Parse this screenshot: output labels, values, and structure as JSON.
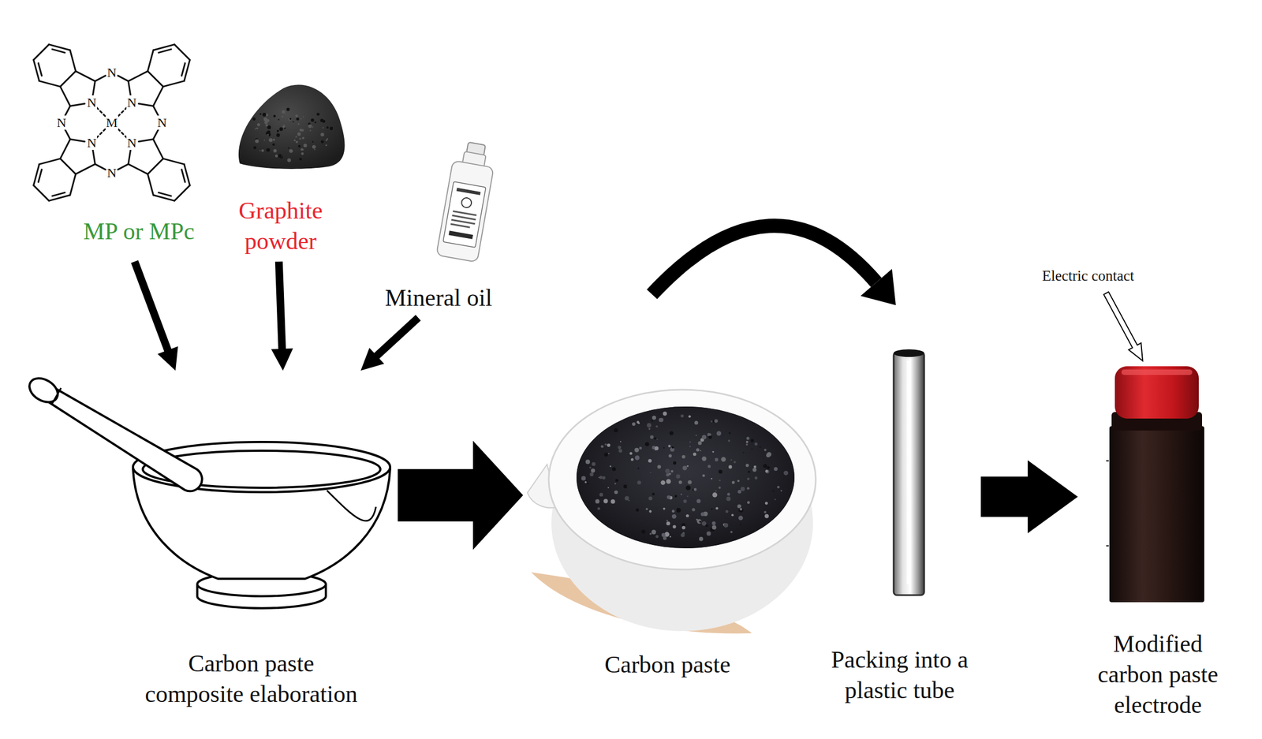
{
  "diagram": {
    "nodes": [
      {
        "text": [
          "MP or MPc"
        ]
      },
      {
        "text": [
          "Graphite powder"
        ]
      },
      {
        "text": [
          "Mineral oil"
        ]
      },
      {
        "text": [
          "Carbon paste composite elaboration"
        ]
      },
      {
        "text": [
          "Carbon paste"
        ]
      },
      {
        "text": [
          "Packing into a plastic tube"
        ]
      },
      {
        "text": [
          "Modified carbon paste electrode"
        ]
      }
    ],
    "edges": [
      {
        "from": 0,
        "to": 3,
        "arrow": "to"
      },
      {
        "from": 1,
        "to": 3,
        "arrow": "to"
      },
      {
        "from": 2,
        "to": 3,
        "arrow": "to"
      },
      {
        "from": 3,
        "to": 4,
        "arrow": "to"
      },
      {
        "from": 4,
        "to": 5,
        "arrow": "to"
      },
      {
        "from": 5,
        "to": 6,
        "arrow": "to"
      }
    ],
    "labels": [
      "N",
      "N",
      "N",
      "N",
      "N",
      "M",
      "N",
      "N",
      "N",
      "Electric contact"
    ]
  }
}
